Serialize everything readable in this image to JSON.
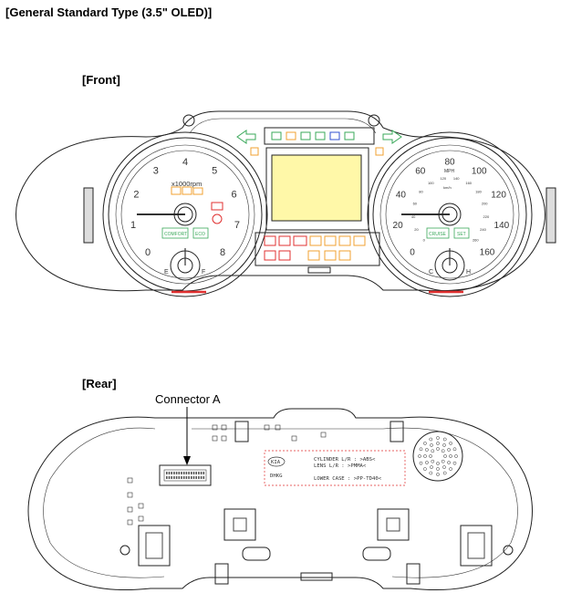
{
  "title": "[General Standard Type (3.5\" OLED)]",
  "front": {
    "label": "[Front]",
    "tach": {
      "unit": "x1000rpm",
      "ticks": [
        "0",
        "1",
        "2",
        "3",
        "4",
        "5",
        "6",
        "7",
        "8"
      ],
      "fuel_marks": [
        "E",
        "F"
      ],
      "indicators": [
        "COMFORT",
        "ECO"
      ]
    },
    "speedo": {
      "unit": "MPH",
      "ticks": [
        "0",
        "20",
        "40",
        "60",
        "80",
        "100",
        "120",
        "140",
        "160"
      ],
      "inner_unit": "km/h",
      "inner_ticks": [
        "0",
        "20",
        "40",
        "60",
        "80",
        "100",
        "120",
        "140",
        "160",
        "180",
        "200",
        "220",
        "240",
        "260"
      ],
      "temp_marks": [
        "C",
        "H"
      ],
      "indicators": [
        "CRUISE",
        "SET"
      ]
    }
  },
  "rear": {
    "label": "[Rear]",
    "connector_label": "Connector A",
    "logo": "KIA",
    "model": "DHKG",
    "spec_lines": [
      "CYLINDER L/R : >ABS<",
      "LENS L/R : >PMMA<",
      "LOWER CASE : >PP-TD40<"
    ]
  },
  "colors": {
    "outline": "#222222",
    "accent_red": "#e03030",
    "warning_orange": "#f0a030",
    "indicator_green": "#3aa85a",
    "indicator_blue": "#3050d0",
    "display_yellow": "#fff8a8"
  }
}
